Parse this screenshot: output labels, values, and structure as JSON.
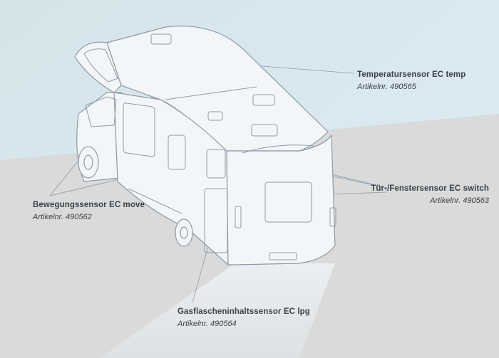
{
  "colors": {
    "sky": "#d7e7ec",
    "ground": "#d9dad9",
    "road": "#e9ecef",
    "vehicle_fill": "#f3f6f8",
    "vehicle_line": "#8e9aa6",
    "text": "#3a4148"
  },
  "sensors": [
    {
      "id": "temp",
      "name": "Temperatursensor EC temp",
      "article": "Artikelnr. 490565"
    },
    {
      "id": "switch",
      "name": "Tür-/Fenstersensor EC switch",
      "article": "Artikelnr. 490563"
    },
    {
      "id": "move",
      "name": "Bewegungssensor EC move",
      "article": "Artikelnr. 490562"
    },
    {
      "id": "lpg",
      "name": "Gasflascheninhaltssensor EC lpg",
      "article": "Artikelnr. 490564"
    }
  ]
}
